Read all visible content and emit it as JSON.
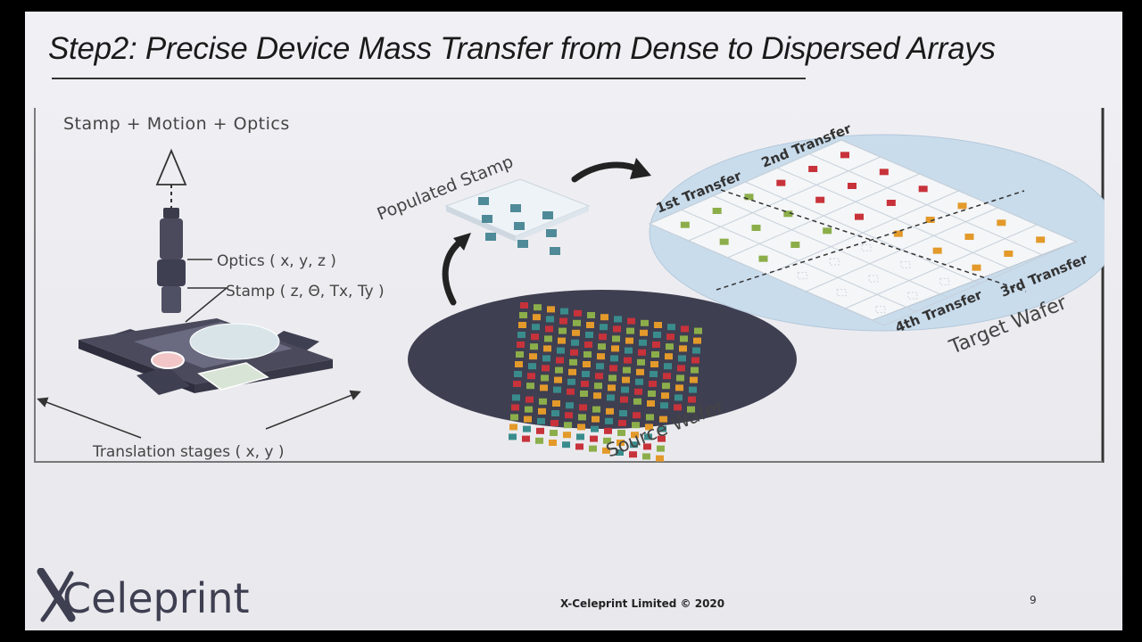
{
  "slide": {
    "title": "Step2: Precise Device Mass Transfer from Dense to Dispersed Arrays",
    "footer": "X-Celeprint Limited © 2020",
    "page_number": "9",
    "logo_text": "X-Celeprint"
  },
  "diagram": {
    "stamp_motion_optics_label": "Stamp + Motion + Optics",
    "optics_label": "Optics ( x, y, z )",
    "stamp_label": "Stamp ( z, Θ, Tx, Ty )",
    "translation_label": "Translation stages ( x, y )",
    "populated_stamp_label": "Populated Stamp",
    "source_wafer_label": "Source Wafer",
    "target_wafer_label": "Target Wafer",
    "transfer_1_label": "1st Transfer",
    "transfer_2_label": "2nd Transfer",
    "transfer_3_label": "3rd Transfer",
    "transfer_4_label": "4th Transfer",
    "colors": {
      "red": "#c8323a",
      "green": "#8cae4a",
      "orange": "#e39a2a",
      "teal": "#3a8c8c",
      "wafer_dark": "#3f3f52",
      "target_wafer": "#c9dcec"
    }
  }
}
